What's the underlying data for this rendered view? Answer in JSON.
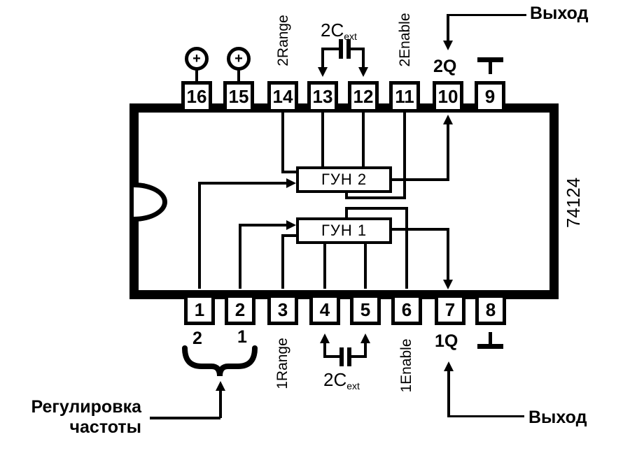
{
  "figure": {
    "type": "ic-pinout-block-diagram"
  },
  "chip": {
    "part_number": "74124",
    "vco2": "ГУН 2",
    "vco1": "ГУН 1"
  },
  "pins": {
    "top": [
      "16",
      "15",
      "14",
      "13",
      "12",
      "11",
      "10",
      "9"
    ],
    "bottom": [
      "1",
      "2",
      "3",
      "4",
      "5",
      "6",
      "7",
      "8"
    ]
  },
  "pin_labels": {
    "range2": "2Range",
    "enable2": "2Enable",
    "q2": "2Q",
    "range1": "1Range",
    "enable1": "1Enable",
    "q1": "1Q",
    "fc2": "2",
    "fc1": "1",
    "cext_top": {
      "main": "2C",
      "sub": "ext"
    },
    "cext_bottom": {
      "main": "2C",
      "sub": "ext"
    },
    "plus": "+"
  },
  "annotations": {
    "output_top": "Выход",
    "output_bottom": "Выход",
    "freq_adjust_line1": "Регулировка",
    "freq_adjust_line2": "частоты"
  },
  "colors": {
    "ink": "#000000",
    "paper": "#ffffff"
  }
}
